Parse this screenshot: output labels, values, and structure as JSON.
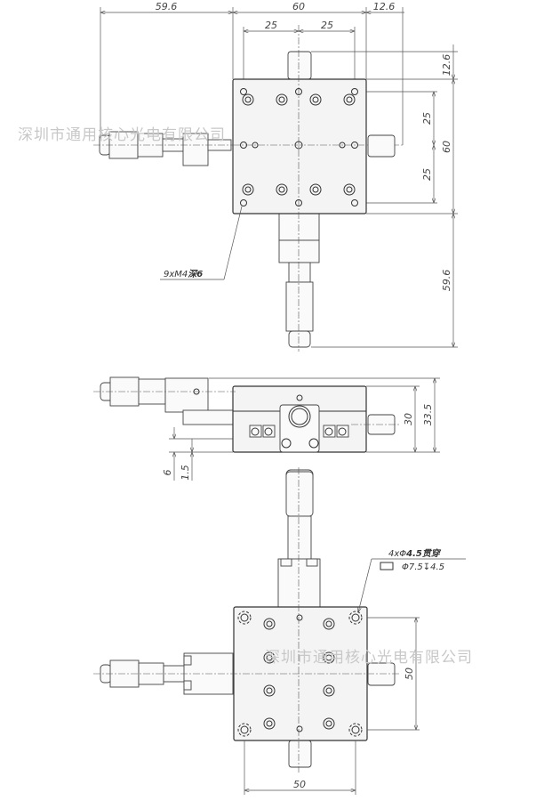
{
  "watermark": "深圳市通用核心光电有限公司",
  "top_view": {
    "dims": {
      "left_travel": "59.6",
      "width": "60",
      "right_knob": "12.6",
      "pitch_left": "25",
      "pitch_right": "25",
      "top_knob": "12.6",
      "height": "60",
      "pitch_upper": "25",
      "pitch_lower": "25",
      "bottom_travel": "59.6"
    },
    "callout_prefix": "9xM4",
    "callout_suffix": "深6"
  },
  "side_view": {
    "dims": {
      "height": "30",
      "total_height": "33.5",
      "offset_a": "6",
      "offset_b": "1.5"
    }
  },
  "bottom_view": {
    "dims": {
      "width": "50",
      "height": "50"
    },
    "callout_line1_prefix": "4xΦ",
    "callout_line1_bold": "4.5贯穿",
    "callout_line2": "Φ7.5↧4.5"
  }
}
